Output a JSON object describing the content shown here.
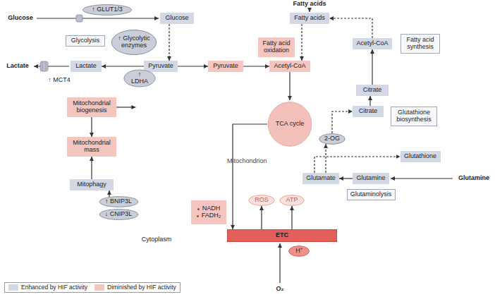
{
  "diagram": {
    "nodes": [
      {
        "text": [
          "↑ GLUT1/3"
        ]
      },
      {
        "text": [
          "Glucose"
        ]
      },
      {
        "text": [
          "Fatty acids"
        ]
      },
      {
        "text": [
          "Glycolysis"
        ]
      },
      {
        "text": [
          "↑ Glycolytic enzymes"
        ]
      },
      {
        "text": [
          "Fatty acid oxidation"
        ]
      },
      {
        "text": [
          "Acetyl-CoA"
        ]
      },
      {
        "text": [
          "Fatty acid synthesis"
        ]
      },
      {
        "text": [
          "Lactate"
        ]
      },
      {
        "text": [
          "Pyruvate"
        ]
      },
      {
        "text": [
          "↑ LDHA"
        ]
      },
      {
        "text": [
          "Mitochondrion"
        ]
      },
      {
        "text": [
          "Pyruvate"
        ],
        "in": 11
      },
      {
        "text": [
          "Acetyl-CoA"
        ],
        "in": 11
      },
      {
        "text": [
          "Citrate"
        ]
      },
      {
        "text": [
          "TCA cycle"
        ],
        "in": 11
      },
      {
        "text": [
          "Citrate"
        ],
        "in": 11
      },
      {
        "text": [
          "2-OG"
        ],
        "in": 11
      },
      {
        "text": [
          "Mitochondrial biogenesis"
        ]
      },
      {
        "text": [
          "Glutathione biosynthesis"
        ]
      },
      {
        "text": [
          "Mitochondrial mass"
        ]
      },
      {
        "text": [
          "Mitophagy"
        ]
      },
      {
        "text": [
          "Glutamate"
        ]
      },
      {
        "text": [
          "Glutamine"
        ]
      },
      {
        "text": [
          "Glutathione"
        ]
      },
      {
        "text": [
          "Glutaminolysis"
        ]
      },
      {
        "text": [
          "↑ BNIP3L"
        ]
      },
      {
        "text": [
          "↓ CNIP3L"
        ]
      },
      {
        "text": [
          "ROS"
        ],
        "in": 11
      },
      {
        "text": [
          "ATP"
        ],
        "in": 11
      },
      {
        "text": [
          "NADH",
          "FADH₂"
        ],
        "in": 11
      },
      {
        "text": [
          "ETC"
        ],
        "in": 11
      },
      {
        "text": [
          "H⁺"
        ],
        "in": 11
      }
    ],
    "edges": [
      {
        "from": 1,
        "to": 9,
        "arrow": "to"
      },
      {
        "from": 9,
        "to": 8,
        "arrow": "to"
      },
      {
        "from": 9,
        "to": 12,
        "arrow": "to"
      },
      {
        "from": 12,
        "to": 13,
        "arrow": "to"
      },
      {
        "from": 2,
        "to": 13,
        "arrow": "to"
      },
      {
        "from": 13,
        "to": 15,
        "arrow": "to"
      },
      {
        "from": 17,
        "to": 16,
        "arrow": "to"
      },
      {
        "from": 16,
        "to": 14,
        "arrow": "to"
      },
      {
        "from": 14,
        "to": 6,
        "arrow": "to"
      },
      {
        "from": 6,
        "to": 2,
        "arrow": "to"
      },
      {
        "from": 15,
        "to": 31,
        "arrow": "to"
      },
      {
        "from": 31,
        "to": 28,
        "arrow": "to"
      },
      {
        "from": 31,
        "to": 29,
        "arrow": "to"
      },
      {
        "from": 22,
        "to": 17,
        "arrow": "to"
      },
      {
        "from": 22,
        "to": 24,
        "arrow": "to"
      },
      {
        "from": 23,
        "to": 22,
        "arrow": "to"
      },
      {
        "from": 18,
        "to": 20,
        "arrow": "to"
      },
      {
        "from": 18,
        "to": 11,
        "arrow": "to"
      },
      {
        "from": 21,
        "to": 20,
        "arrow": "to"
      },
      {
        "from": 26,
        "to": 21,
        "arrow": "to"
      }
    ],
    "labels": [
      "Glucose",
      "Fatty acids",
      "Lactate",
      "↑ MCT4",
      "Glutamine",
      "O₂",
      "Cytoplasm"
    ],
    "legend": [
      {
        "text": "Enhanced by HIF activity",
        "color": "#d3d9e4"
      },
      {
        "text": "Diminished by HIF activity",
        "color": "#f5c6c0"
      }
    ]
  }
}
